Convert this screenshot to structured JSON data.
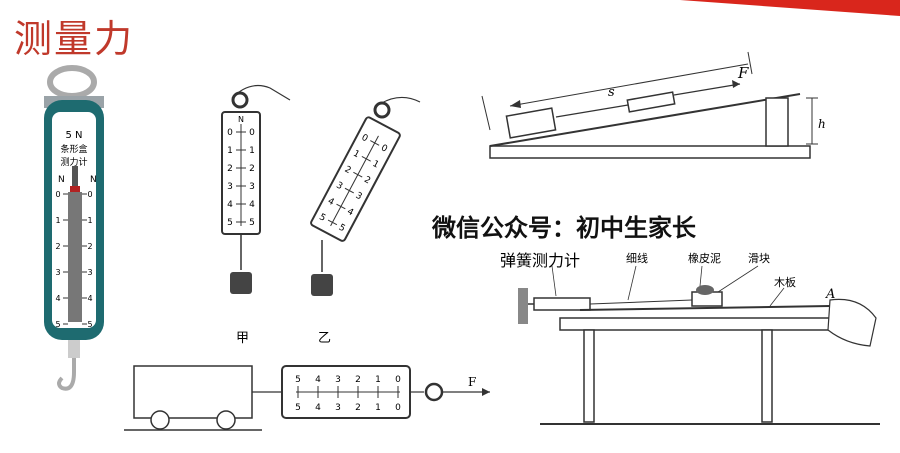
{
  "slide": {
    "title": "测量力",
    "watermark": "微信公众号：初中生家长",
    "accent_color": "#d9261c"
  },
  "scale_box": {
    "range": "5 N",
    "name_line1": "条形盒",
    "name_line2": "测力计",
    "unit_left": "N",
    "unit_right": "N",
    "ticks": [
      "0",
      "1",
      "2",
      "3",
      "4",
      "5"
    ]
  },
  "hanging_scales": {
    "ticks": [
      "0",
      "1",
      "2",
      "3",
      "4",
      "5"
    ],
    "top_mark": "N",
    "label_a": "甲",
    "label_b": "乙"
  },
  "incline": {
    "label_s": "s",
    "label_f": "F",
    "label_h": "h"
  },
  "table_setup": {
    "label_dynamometer": "弹簧测力计",
    "label_string": "细线",
    "label_putty": "橡皮泥",
    "label_block": "滑块",
    "label_board": "木板",
    "label_a": "A"
  },
  "cart": {
    "ticks_top": [
      "5",
      "4",
      "3",
      "2",
      "1",
      "0"
    ],
    "ticks_bottom": [
      "5",
      "4",
      "3",
      "2",
      "1",
      "0"
    ],
    "label_f": "F"
  }
}
